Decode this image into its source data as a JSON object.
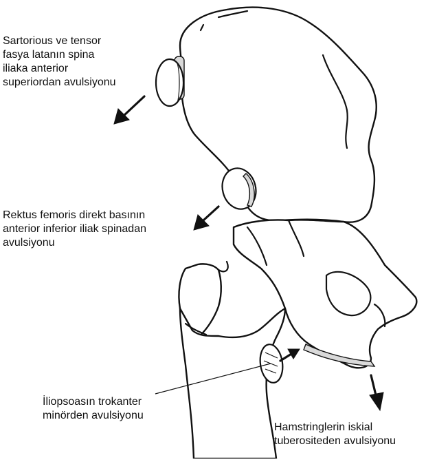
{
  "labels": {
    "sartorius": [
      "Sartorious ve tensor",
      "fasya latanın spina",
      "iliaka anterior",
      "superiordan avulsiyonu"
    ],
    "rektus": [
      "Rektus femoris direkt basının",
      "anterior inferior iliak spinadan",
      "avulsiyonu"
    ],
    "iliopsoas": [
      "İliopsoasın trokanter",
      "minörden avulsiyonu"
    ],
    "hamstring": [
      "Hamstringlerin iskial",
      "tuberositeden avulsiyonu"
    ]
  }
}
